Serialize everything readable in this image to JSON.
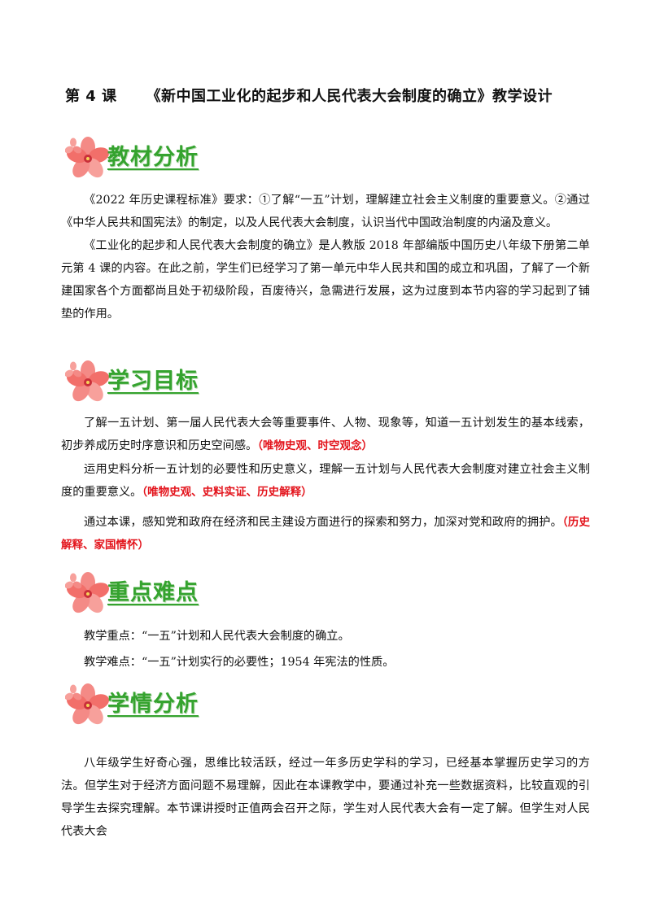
{
  "document": {
    "lesson": "第 4 课",
    "title": "《新中国工业化的起步和人民代表大会制度的确立》教学设计"
  },
  "sections": [
    {
      "title": "教材分析",
      "paragraphs": [
        "《2022 年历史课程标准》要求：①了解“一五”计划，理解建立社会主义制度的重要意义。②通过《中华人民共和国宪法》的制定，以及人民代表大会制度，认识当代中国政治制度的内涵及意义。",
        "《工业化的起步和人民代表大会制度的确立》是人教版 2018 年部编版中国历史八年级下册第二单元第 4 课的内容。在此之前，学生们已经学习了第一单元中华人民共和国的成立和巩固，了解了一个新建国家各个方面都尚且处于初级阶段，百废待兴，急需进行发展，这为过度到本节内容的学习起到了铺垫的作用。"
      ]
    },
    {
      "title": "学习目标",
      "paragraphs": [
        {
          "text": "了解一五计划、第一届人民代表大会等重要事件、人物、现象等，知道一五计划发生的基本线索，初步养成历史时序意识和历史空间感。",
          "tag": "（唯物史观、时空观念）"
        },
        {
          "text": "运用史料分析一五计划的必要性和历史意义，理解一五计划与人民代表大会制度对建立社会主义制度的重要意义。",
          "tag": "（唯物史观、史料实证、历史解释）"
        },
        {
          "text": "通过本课，感知党和政府在经济和民主建设方面进行的探索和努力，加深对党和政府的拥护。",
          "tag": "（历史解释、家国情怀）"
        }
      ]
    },
    {
      "title": "重点难点",
      "paragraphs": [
        "教学重点：“一五”计划和人民代表大会制度的确立。",
        "教学难点：“一五”计划实行的必要性；1954 年宪法的性质。"
      ]
    },
    {
      "title": "学情分析",
      "paragraphs": [
        "八年级学生好奇心强，思维比较活跃，经过一年多历史学科的学习，已经基本掌握历史学习的方法。但学生对于经济方面问题不易理解，因此在本课教学中，要通过补充一些数据资料，比较直观的引导学生去探究理解。本节课讲授时正值两会召开之际，学生对人民代表大会有一定了解。但学生对人民代表大会"
      ]
    }
  ]
}
